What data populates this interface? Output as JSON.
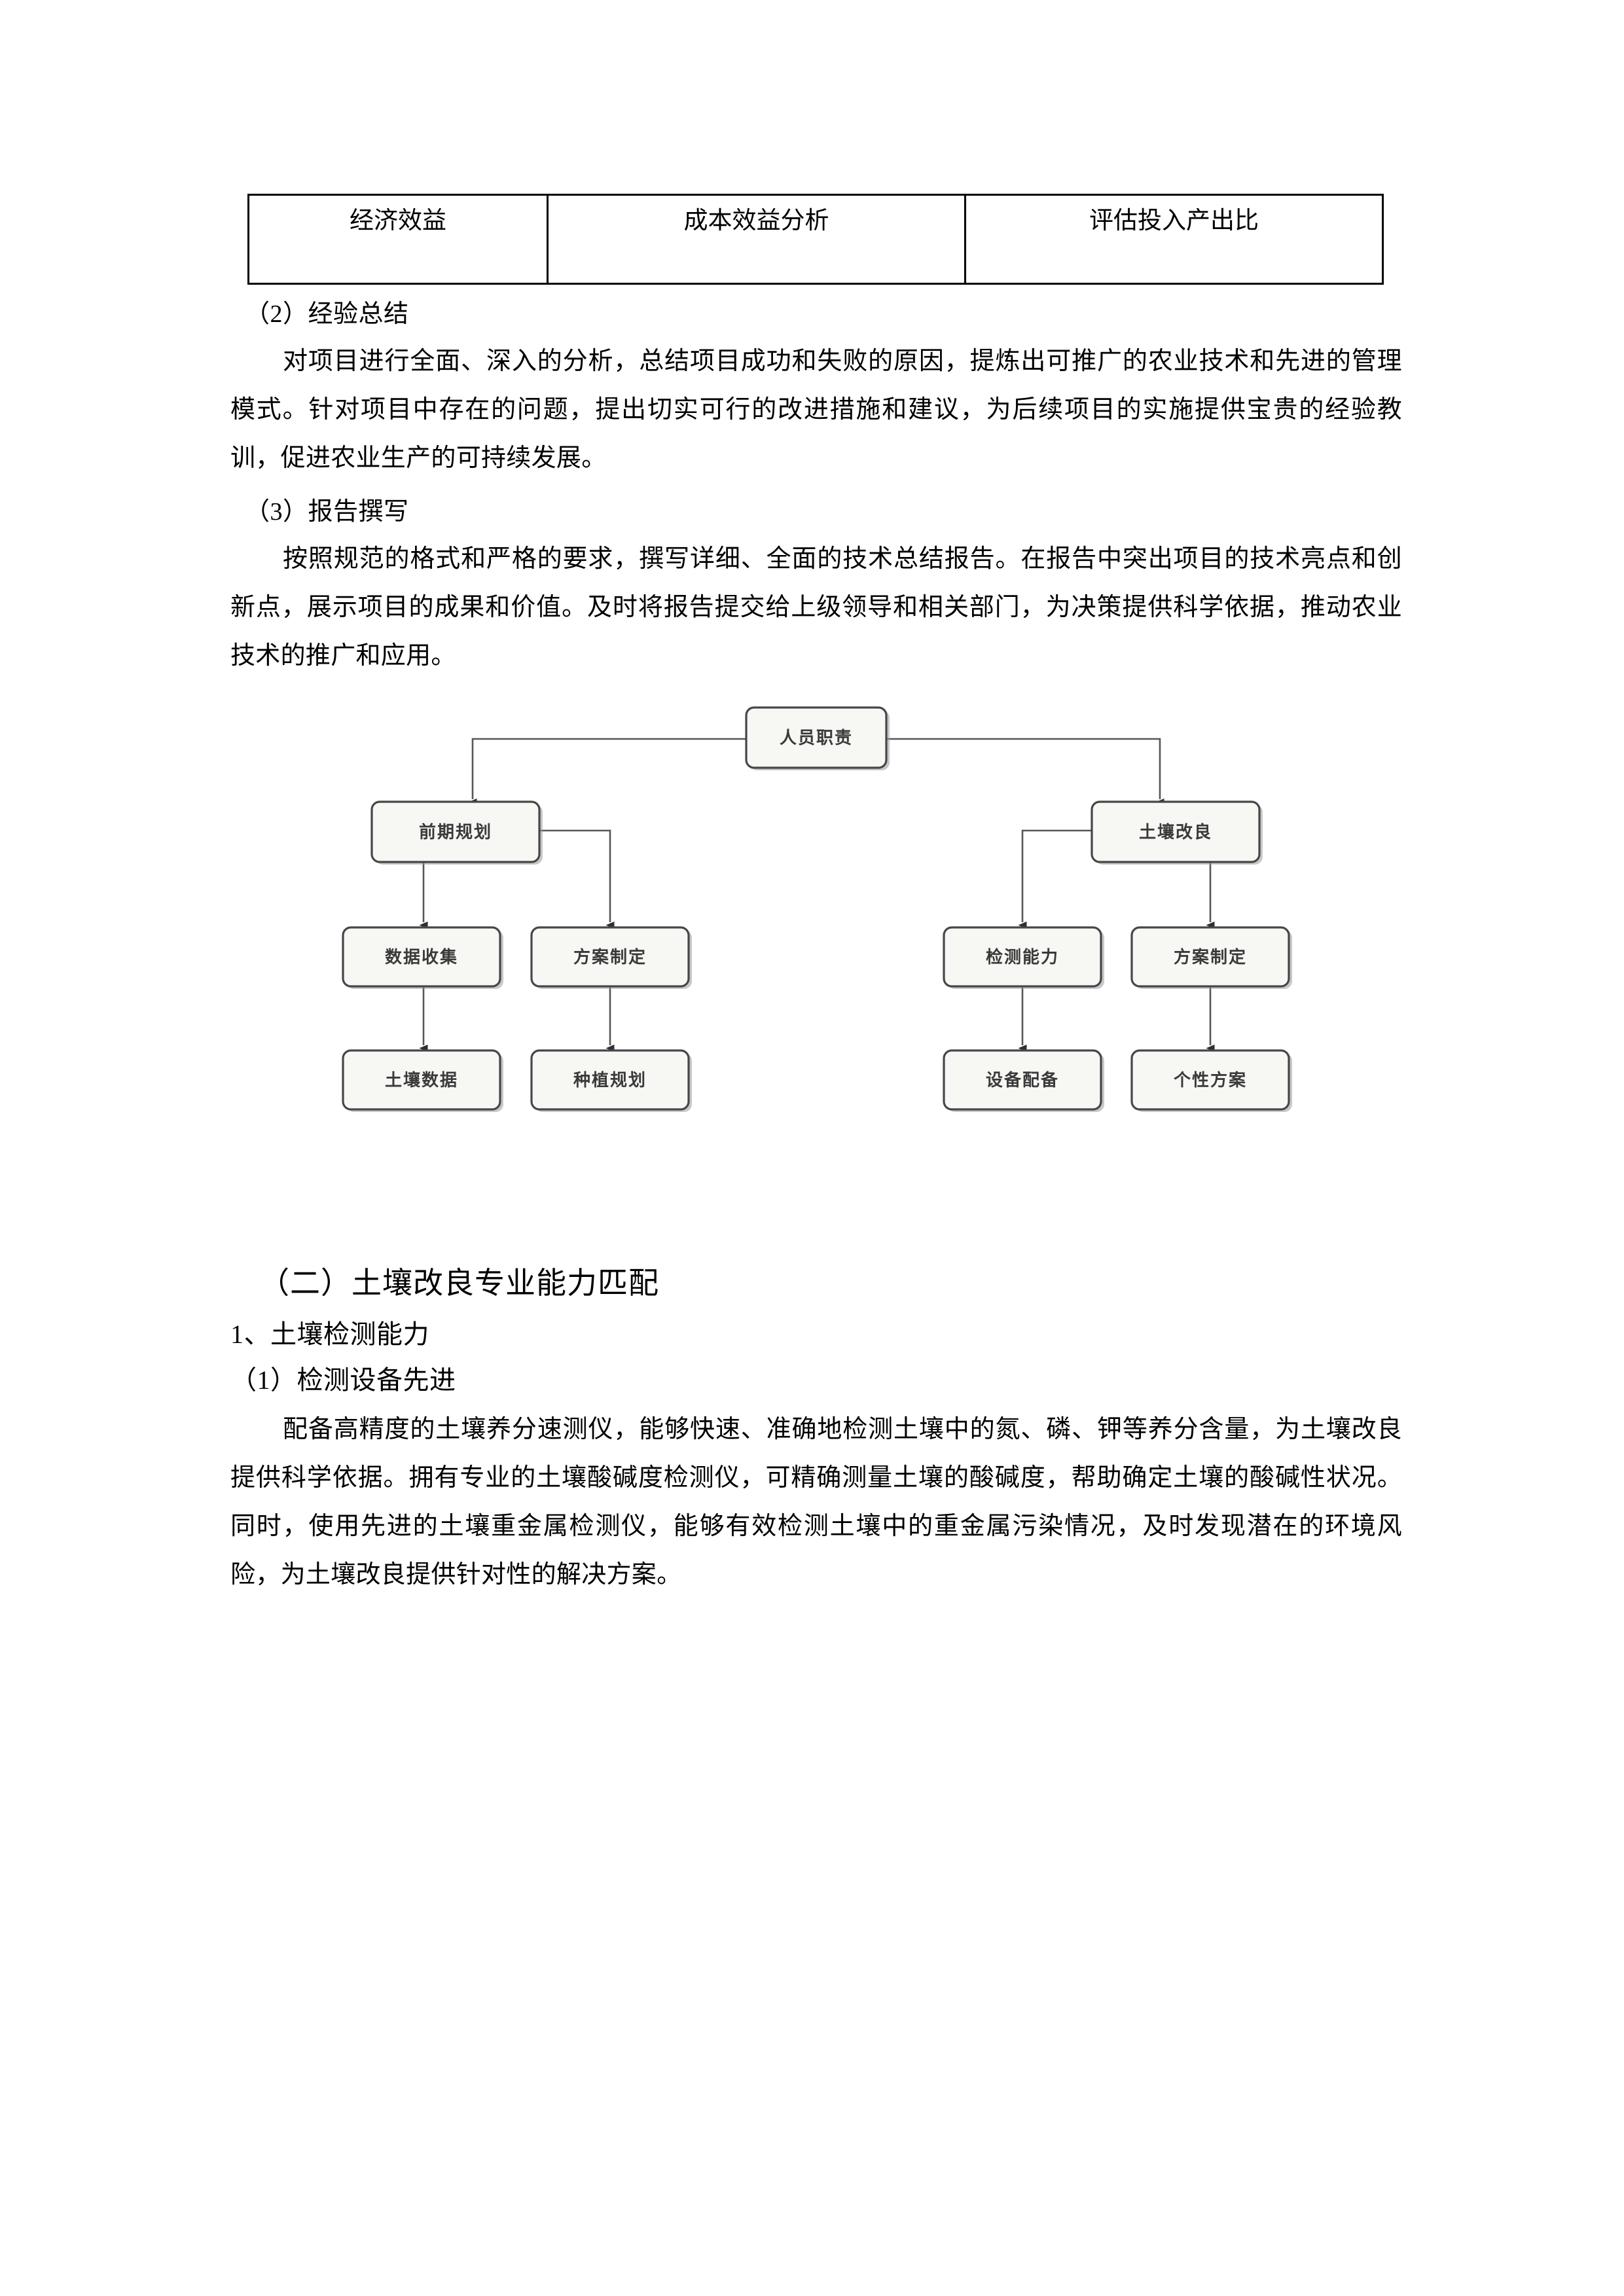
{
  "table": {
    "rows": [
      {
        "cells": [
          "经济效益",
          "成本效益分析",
          "评估投入产出比"
        ]
      }
    ]
  },
  "sections": {
    "exp_summary_head": "（2）经验总结",
    "exp_summary_body": "对项目进行全面、深入的分析，总结项目成功和失败的原因，提炼出可推广的农业技术和先进的管理模式。针对项目中存在的问题，提出切实可行的改进措施和建议，为后续项目的实施提供宝贵的经验教训，促进农业生产的可持续发展。",
    "report_head": "（3）报告撰写",
    "report_body": "按照规范的格式和严格的要求，撰写详细、全面的技术总结报告。在报告中突出项目的技术亮点和创新点，展示项目的成果和价值。及时将报告提交给上级领导和相关部门，为决策提供科学依据，推动农业技术的推广和应用。",
    "soil_head": "（二）土壤改良专业能力匹配",
    "soil_sub_1": "1、土壤检测能力",
    "soil_sub_1_1": "（1）检测设备先进",
    "soil_body": "配备高精度的土壤养分速测仪，能够快速、准确地检测土壤中的氮、磷、钾等养分含量，为土壤改良提供科学依据。拥有专业的土壤酸碱度检测仪，可精确测量土壤的酸碱度，帮助确定土壤的酸碱性状况。同时，使用先进的土壤重金属检测仪，能够有效检测土壤中的重金属污染情况，及时发现潜在的环境风险，为土壤改良提供针对性的解决方案。"
  },
  "diagram": {
    "root": "人员职责",
    "level2": [
      "前期规划",
      "土壤改良"
    ],
    "level3": [
      "数据收集",
      "方案制定",
      "检测能力",
      "方案制定"
    ],
    "level4": [
      "土壤数据",
      "种植规划",
      "设备配备",
      "个性方案"
    ],
    "colors": {
      "box_fill": "#f7f7f4",
      "box_stroke": "#45474a",
      "edge": "#55575a",
      "text": "#3a3a3a"
    }
  }
}
